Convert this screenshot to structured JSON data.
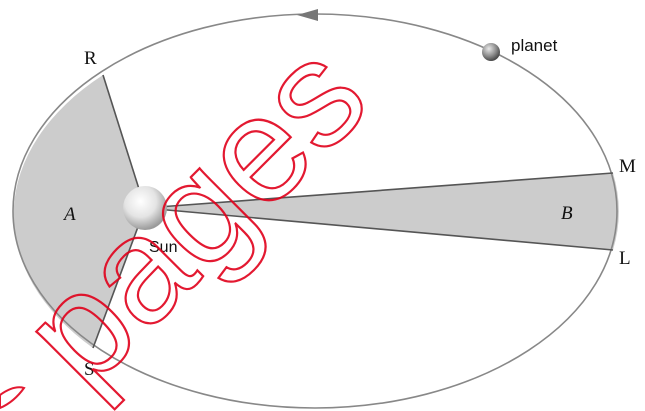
{
  "labels": {
    "R": "R",
    "S": "S",
    "M": "M",
    "L": "L",
    "A": "A",
    "B": "B",
    "sun": "Sun",
    "planet": "planet"
  },
  "watermark": {
    "text": "pages"
  },
  "colors": {
    "shaded_area": "#cccccc",
    "orbit_line": "#888888",
    "watermark": "#e0001b",
    "text": "#111111"
  }
}
